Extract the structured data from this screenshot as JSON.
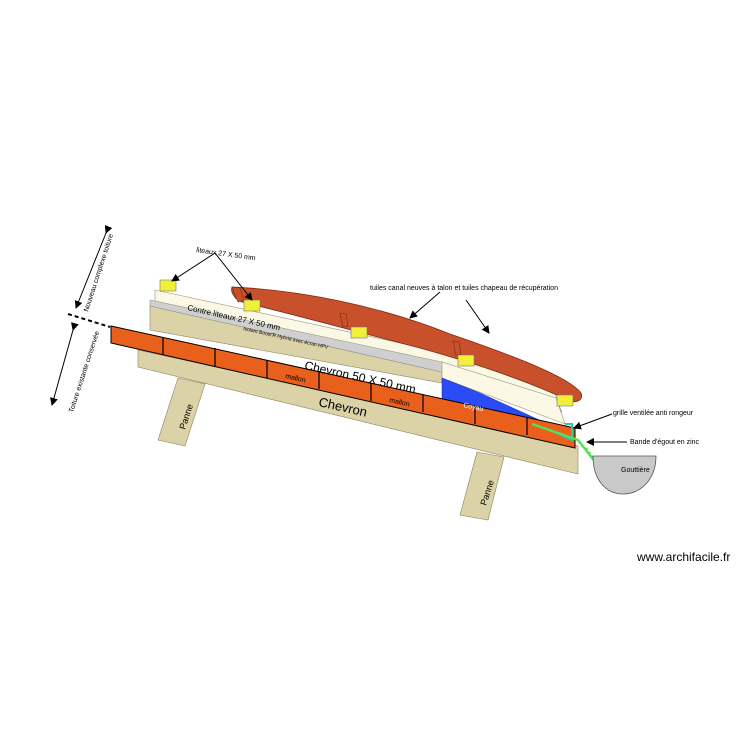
{
  "colors": {
    "wood": "#dcd2a7",
    "cream": "#fbf8e5",
    "brick": "#e8601c",
    "tile": "#c8502a",
    "batten": "#f2ef3b",
    "insulation": "#cfcfcf",
    "coyau": "#2a4bf5",
    "grid": "#2ec9a0",
    "zinc": "#56e05a",
    "gutter": "#c9c9c9"
  },
  "labels": {
    "battens": "liteaux 27 X 50 mm",
    "counter_battens": "Contre liteaux 27 X 50 mm",
    "insulation": "Isolant Boost'R Hybrid avec écran HPV",
    "tiles": "tuiles canal neuves à talon et tuiles chapeau de récupération",
    "rafter_50": "Chevron 50 X 50 mm",
    "rafter": "Chevron",
    "brick_1": "mallon",
    "brick_2": "mallon",
    "coyau": "Coyau",
    "grille": "grille ventilée anti rongeur",
    "zinc": "Bande d'égout en zinc",
    "gutter": "Gouttière",
    "purlin_1": "Panne",
    "purlin_2": "Panne",
    "new_roof": "Nouveau complexe toiture",
    "old_roof": "Toiture existante conservée"
  },
  "watermark": "www.archifacile.fr"
}
